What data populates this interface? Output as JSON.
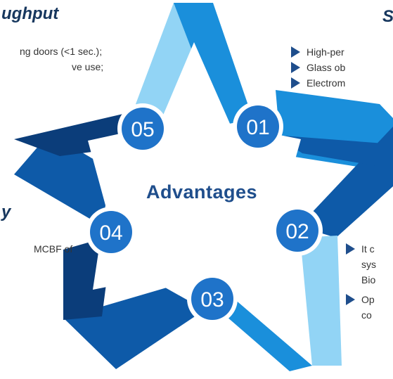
{
  "center": {
    "title": "Advantages"
  },
  "badges": [
    "05",
    "01",
    "02",
    "03",
    "04"
  ],
  "headings": {
    "top_left": "ughput",
    "top_right": "S",
    "mid_left": "y"
  },
  "texts": {
    "top_left_line1": "ng doors (<1 sec.);",
    "top_left_line2": "ve use;",
    "right_item1": "High-per",
    "right_item2": "Glass ob",
    "right_item3": "Electrom",
    "mid_left_line1": "MCBF of",
    "bottom_right_item1_line1": "It c",
    "bottom_right_item1_line2": "sys",
    "bottom_right_item1_line3": "Bio",
    "bottom_right_item2_line1": "Op",
    "bottom_right_item2_line2": "co"
  },
  "colors": {
    "light_blue": "#92d4f5",
    "medium_blue": "#1a8fdb",
    "dark_blue": "#0e5aa8",
    "navy": "#0b3d7a",
    "badge_blue": "#1f73c9",
    "title_blue": "#1f4e8c"
  }
}
